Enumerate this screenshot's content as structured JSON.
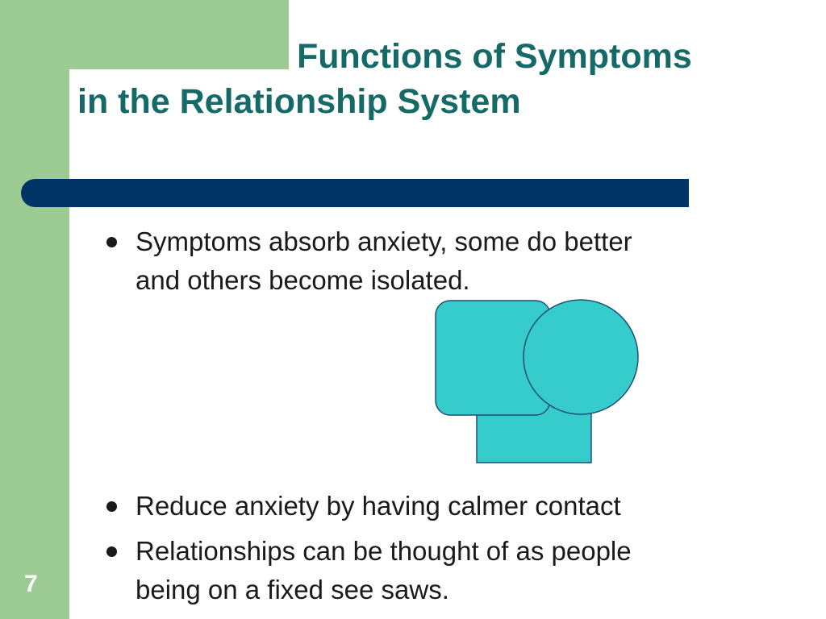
{
  "slide": {
    "title_line1": "Functions of Symptoms",
    "title_line2": "in the Relationship System",
    "bullets": [
      {
        "text_line1": "Symptoms absorb anxiety, some do better",
        "text_line2": "and others become isolated."
      },
      {
        "text_line1": "Reduce anxiety by having calmer contact"
      },
      {
        "text_line1": "Relationships can be thought of as people",
        "text_line2": "being on a fixed see saws."
      }
    ],
    "page_number": "7"
  },
  "colors": {
    "accent_green": "#9dcb94",
    "title_teal": "#156a67",
    "rule_navy": "#003466",
    "shape_cyan": "#36cccc",
    "shape_outline": "#1f4e79"
  }
}
